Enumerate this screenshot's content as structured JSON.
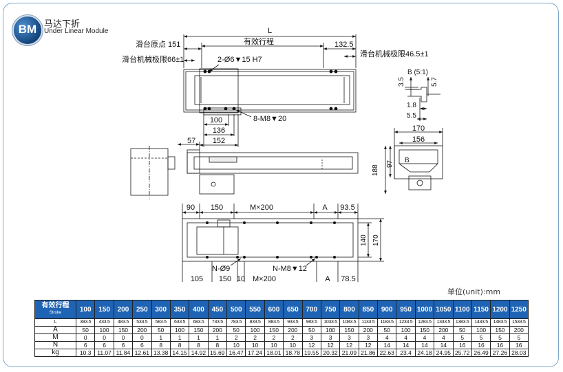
{
  "brand": {
    "logo_text": "BM",
    "title_cn": "马达下折",
    "title_en": "Under Linear Module"
  },
  "drawing": {
    "top_view": {
      "L": "L",
      "stroke_label": "有效行程",
      "slide_origin": "滑台原点 151",
      "slide_limit_left": "滑台机械极限66±1",
      "holes_pin": "2-Ø6▼15  H7",
      "dim_132_5": "132.5",
      "slide_limit_right": "滑台机械极限46.5±1",
      "dim_100": "100",
      "dim_136": "136",
      "dim_152": "152",
      "holes_m8": "8-M8▼20"
    },
    "detail_b": {
      "title": "B (5:1)",
      "d_3_5": "3.5",
      "d_5_7": "5.7",
      "d_1_8": "1.8",
      "d_5_5": "5.5"
    },
    "side_view": {
      "dim_57": "57"
    },
    "end_view": {
      "d_170": "170",
      "d_156": "156",
      "d_97": "97",
      "d_188": "188",
      "label_b": "B"
    },
    "bottom_view": {
      "d_90": "90",
      "d_150_top": "150",
      "d_mx200_top": "M×200",
      "d_a_top": "A",
      "d_93_5": "93.5",
      "d_140": "140",
      "d_170": "170",
      "n_d9": "N-Ø9",
      "n_m8": "N-M8▼12",
      "d_105": "105",
      "d_150_bot": "150",
      "d_10": "10",
      "d_mx200_bot": "M×200",
      "d_a_bot": "A",
      "d_78_5": "78.5"
    }
  },
  "unit_label": "单位(unit):mm",
  "table": {
    "header_cn": "有效行程",
    "header_en": "Stroke",
    "strokes": [
      "100",
      "150",
      "200",
      "250",
      "300",
      "350",
      "400",
      "450",
      "500",
      "550",
      "600",
      "650",
      "700",
      "750",
      "800",
      "850",
      "900",
      "950",
      "1000",
      "1050",
      "1100",
      "1150",
      "1200",
      "1250"
    ],
    "rows": [
      {
        "label": "L",
        "values": [
          "383.5",
          "433.5",
          "483.5",
          "533.5",
          "583.5",
          "633.5",
          "683.5",
          "733.5",
          "783.5",
          "833.5",
          "883.5",
          "933.5",
          "983.5",
          "1033.5",
          "1083.5",
          "1133.5",
          "1183.5",
          "1233.5",
          "1283.5",
          "1333.5",
          "1383.5",
          "1433.5",
          "1483.5",
          "1533.5"
        ]
      },
      {
        "label": "A",
        "values": [
          "50",
          "100",
          "150",
          "200",
          "50",
          "100",
          "150",
          "200",
          "50",
          "100",
          "150",
          "200",
          "50",
          "100",
          "150",
          "200",
          "50",
          "100",
          "150",
          "200",
          "50",
          "100",
          "150",
          "200"
        ]
      },
      {
        "label": "M",
        "values": [
          "0",
          "0",
          "0",
          "0",
          "1",
          "1",
          "1",
          "1",
          "2",
          "2",
          "2",
          "2",
          "3",
          "3",
          "3",
          "3",
          "4",
          "4",
          "4",
          "4",
          "5",
          "5",
          "5",
          "5"
        ]
      },
      {
        "label": "N",
        "values": [
          "6",
          "6",
          "6",
          "6",
          "8",
          "8",
          "8",
          "8",
          "10",
          "10",
          "10",
          "10",
          "12",
          "12",
          "12",
          "12",
          "14",
          "14",
          "14",
          "14",
          "16",
          "16",
          "16",
          "16"
        ]
      },
      {
        "label": "kg",
        "values": [
          "10.3",
          "11.07",
          "11.84",
          "12.61",
          "13.38",
          "14.15",
          "14.92",
          "15.69",
          "16.47",
          "17.24",
          "18.01",
          "18.78",
          "19.55",
          "20.32",
          "21.09",
          "21.86",
          "22.63",
          "23.4",
          "24.18",
          "24.95",
          "25.72",
          "26.49",
          "27.26",
          "28.03"
        ]
      }
    ]
  }
}
